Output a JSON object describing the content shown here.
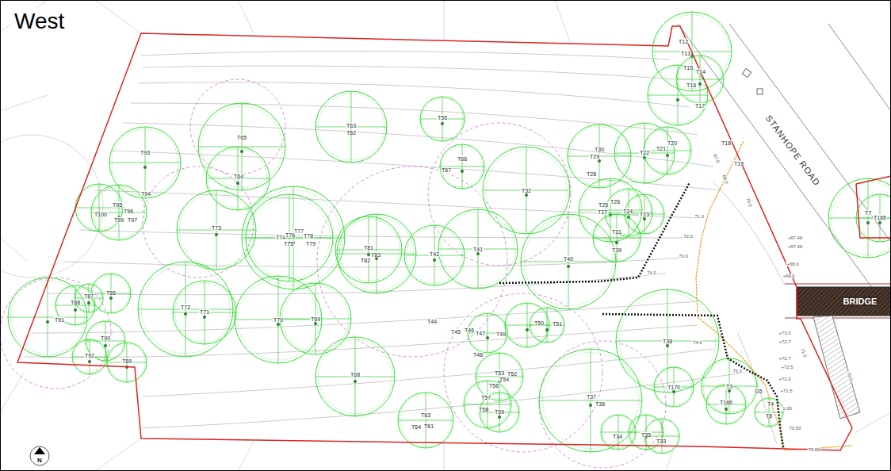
{
  "diagram": {
    "title": "West",
    "labels": [
      "T12",
      "T13",
      "T15",
      "T14",
      "T16",
      "T17",
      "T18",
      "T19",
      "T65",
      "T63",
      "T62",
      "T55",
      "T66",
      "T67",
      "T93",
      "T94",
      "T64",
      "T95",
      "T96",
      "T100",
      "T99",
      "T97",
      "T73",
      "T74",
      "T76",
      "T77",
      "T78",
      "T75",
      "T79",
      "T81",
      "T82",
      "T83",
      "T42",
      "T41",
      "T40",
      "T32",
      "T30",
      "T29",
      "T28",
      "T26",
      "T25",
      "T27",
      "T24",
      "T23",
      "T31",
      "T39",
      "T22",
      "T21",
      "T20",
      "T88",
      "T87",
      "T86",
      "T91",
      "T72",
      "T71",
      "T70",
      "T69",
      "T44",
      "T45",
      "T46",
      "T47",
      "T48",
      "T49",
      "T50",
      "T51",
      "T38",
      "T90",
      "T92",
      "T89",
      "T68",
      "T53",
      "T52",
      "T54",
      "T56",
      "T57",
      "T58",
      "T59",
      "T63",
      "T64",
      "T61",
      "T37",
      "T36",
      "T34",
      "T35",
      "T33",
      "T170",
      "T3",
      "T166",
      "G5",
      "T4",
      "T5",
      "T7",
      "T165",
      "67.0",
      "69.0",
      "70.0",
      "71.0",
      "72.0",
      "73.0",
      "74.0",
      "+67.46",
      "+67.46",
      "+68.0",
      "+69.0",
      "74.0",
      "73.0",
      "+73.0",
      "+72.7",
      "+72.7",
      "+72.5",
      "+72.0",
      "+71.5",
      "1.00",
      "70.50",
      "70.00",
      "71.0",
      "70.0",
      "STANHOPE ROAD",
      "BRIDGE",
      "N"
    ]
  }
}
